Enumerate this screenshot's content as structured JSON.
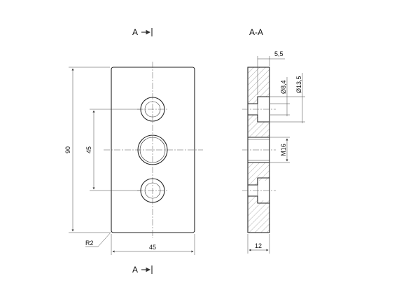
{
  "drawing": {
    "section_mark_top": "A",
    "section_mark_bottom": "A",
    "section_title": "A-A"
  },
  "dimensions": {
    "height_total": "90",
    "hole_spacing": "45",
    "width": "45",
    "corner_radius": "R2",
    "counterbore_depth": "5,5",
    "counterbore_dia": "Ø13,5",
    "through_hole_dia": "Ø8,4",
    "thread": "M16",
    "thickness": "12"
  }
}
